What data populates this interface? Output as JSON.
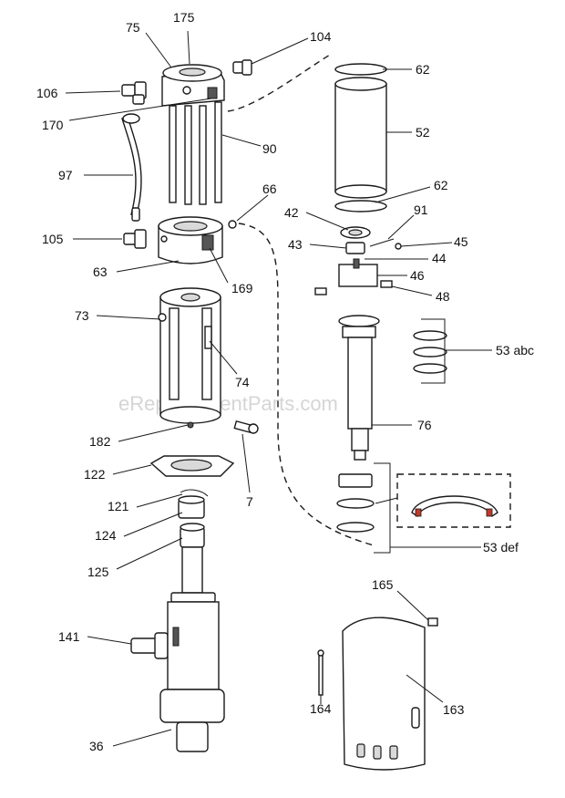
{
  "watermark": "eReplacementParts.com",
  "callouts": {
    "c75": "75",
    "c175": "175",
    "c104": "104",
    "c62a": "62",
    "c106": "106",
    "c170": "170",
    "c52": "52",
    "c90": "90",
    "c97": "97",
    "c62b": "62",
    "c66": "66",
    "c42": "42",
    "c91": "91",
    "c105": "105",
    "c43": "43",
    "c45": "45",
    "c44": "44",
    "c46": "46",
    "c63": "63",
    "c169": "169",
    "c48": "48",
    "c73": "73",
    "c53abc": "53 abc",
    "c74": "74",
    "c76": "76",
    "c182": "182",
    "c122": "122",
    "c7": "7",
    "c121": "121",
    "c53def": "53 def",
    "c124": "124",
    "c125": "125",
    "c165": "165",
    "c141": "141",
    "c164": "164",
    "c163": "163",
    "c36": "36"
  }
}
